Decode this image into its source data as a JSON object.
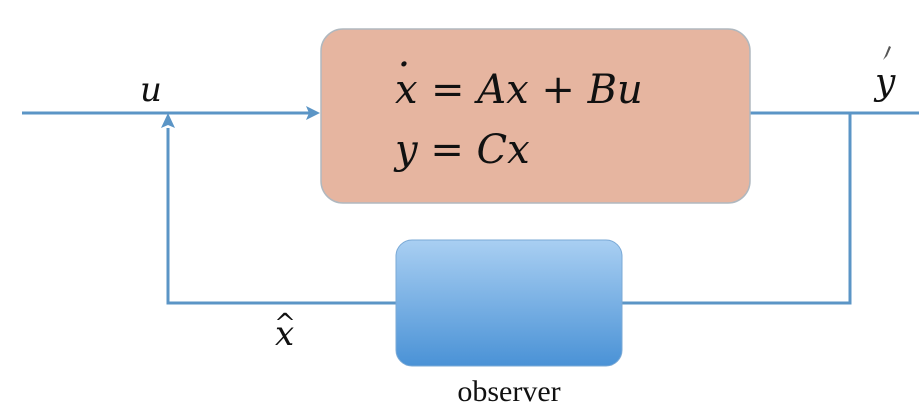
{
  "colors": {
    "line": "#5b95c6",
    "plant_fill": "#e6b5a0",
    "plant_stroke": "#b0b8bf",
    "observer_top": "#a9cff2",
    "observer_bottom": "#4a92d6",
    "text": "#111111"
  },
  "signals": {
    "input": "u",
    "output": "y",
    "estimate_base": "x",
    "estimate_accent": "^"
  },
  "plant": {
    "state_eq_lhs": "x",
    "state_eq_dot": "·",
    "state_eq_rhs": "= Ax + Bu",
    "output_eq": "y = Cx"
  },
  "observer": {
    "label": "observer"
  }
}
